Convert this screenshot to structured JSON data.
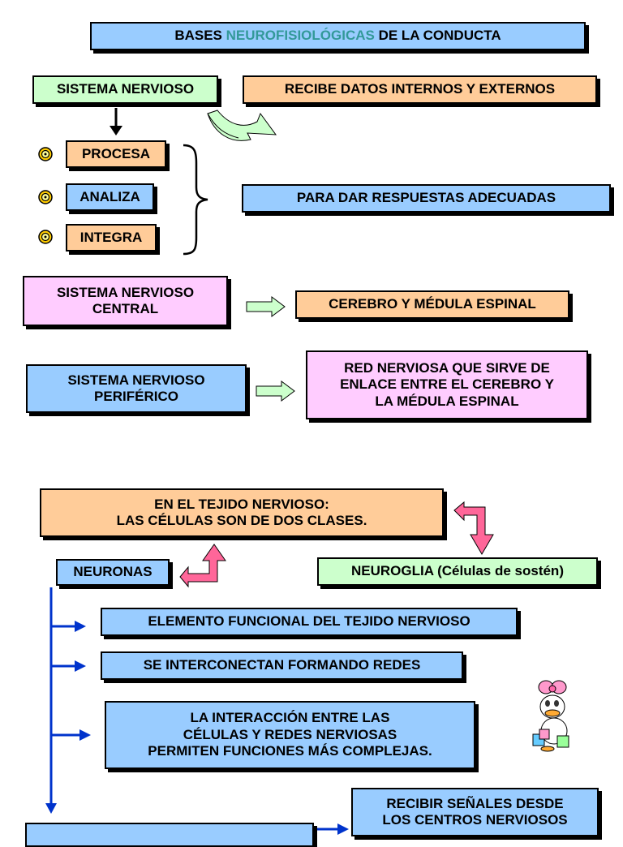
{
  "title": {
    "part1": "BASES ",
    "highlight": "NEUROFISIOLÓGICAS",
    "part2": " DE LA CONDUCTA",
    "highlight_color": "#339999"
  },
  "top": {
    "sistema_nervioso": "SISTEMA NERVIOSO",
    "recibe_datos": "RECIBE DATOS INTERNOS Y EXTERNOS",
    "procesa": "PROCESA",
    "analiza": "ANALIZA",
    "integra": "INTEGRA",
    "respuestas": "PARA DAR RESPUESTAS ADECUADAS"
  },
  "snc": {
    "label": "SISTEMA NERVIOSO\nCENTRAL",
    "target": "CEREBRO Y MÉDULA ESPINAL"
  },
  "snp": {
    "label": "SISTEMA NERVIOSO\nPERIFÉRICO",
    "target": "RED NERVIOSA QUE SIRVE DE\nENLACE ENTRE EL CEREBRO Y\nLA MÉDULA ESPINAL"
  },
  "tejido": {
    "header": "EN EL TEJIDO NERVIOSO:\nLAS CÉLULAS SON DE DOS CLASES.",
    "neuronas": "NEURONAS",
    "neuroglia": "NEUROGLIA (Células de sostén)"
  },
  "neuronas_items": [
    "ELEMENTO FUNCIONAL DEL TEJIDO NERVIOSO",
    "SE INTERCONECTAN FORMANDO REDES",
    "LA INTERACCIÓN ENTRE LAS\nCÉLULAS  Y REDES NERVIOSAS\nPERMITEN FUNCIONES MÁS COMPLEJAS."
  ],
  "bottom": {
    "recibir": "RECIBIR SEÑALES DESDE\nLOS CENTROS NERVIOSOS"
  },
  "colors": {
    "blue": "#99ccff",
    "peach": "#ffcc99",
    "green": "#ccffcc",
    "pink": "#ffccff",
    "connector": "#0033cc",
    "curved_arrow": "#99ff99",
    "pink_arrow": "#ff6699"
  }
}
